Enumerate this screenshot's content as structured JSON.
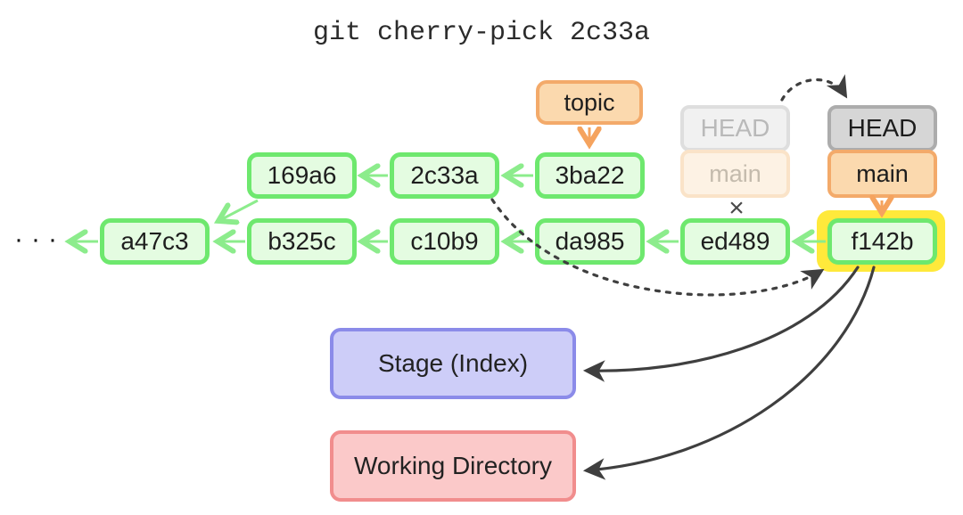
{
  "title": "git cherry-pick 2c33a",
  "graph": {
    "ellipsis": "···",
    "cross_mark": "×",
    "topic_label": "topic",
    "old_head": {
      "head_label": "HEAD",
      "branch_label": "main"
    },
    "new_head": {
      "head_label": "HEAD",
      "branch_label": "main"
    },
    "topic_row": [
      "169a6",
      "2c33a",
      "3ba22"
    ],
    "main_row": [
      "a47c3",
      "b325c",
      "c10b9",
      "da985",
      "ed489",
      "f142b"
    ]
  },
  "panels": {
    "stage_label": "Stage (Index)",
    "working_directory_label": "Working Directory"
  },
  "colors": {
    "commit_border": "#6ee86e",
    "commit_fill": "#e4fce1",
    "edge_green": "#8cec8c",
    "branch_border": "#f3aa6a",
    "branch_fill": "#fbd9ae",
    "head_border": "#acacac",
    "head_fill": "#d6d6d6",
    "highlight_yellow": "#ffe93b",
    "stage_border": "#8b8be9",
    "stage_fill": "#cdcdf8",
    "working_border": "#f18d8d",
    "working_fill": "#fbc9c9",
    "dark_arrow": "#3f3f3f"
  }
}
